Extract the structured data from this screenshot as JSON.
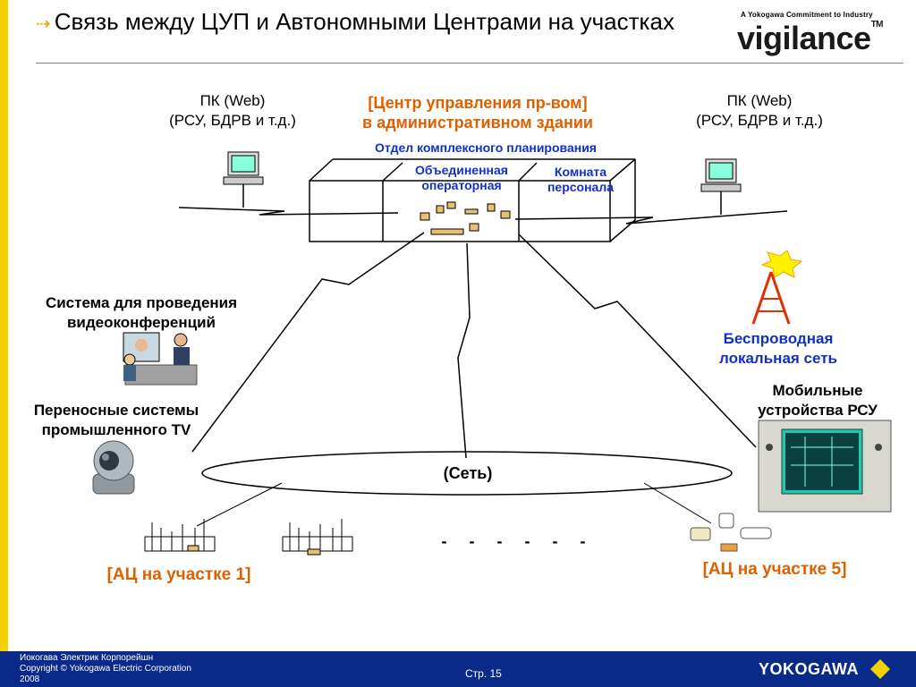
{
  "title": "Связь между ЦУП и Автономными Центрами на участках",
  "logo": {
    "tagline": "A Yokogawa Commitment to Industry",
    "brand": "vigilance",
    "tm": "TM"
  },
  "pc_left": {
    "line1": "ПК (Web)",
    "line2": "(РСУ, БДРВ и т.д.)"
  },
  "pc_right": {
    "line1": "ПК (Web)",
    "line2": "(РСУ, БДРВ и т.д.)"
  },
  "control_center": {
    "line1": "[Центр управления пр-вом]",
    "line2": "в административном здании"
  },
  "planning_dept": "Отдел комплексного планирования",
  "united_operator": {
    "line1": "Объединенная",
    "line2": "операторная"
  },
  "staff_room": {
    "line1": "Комната",
    "line2": "персонала"
  },
  "videoconf": {
    "line1": "Система для проведения",
    "line2": "видеоконференций"
  },
  "wireless_lan": {
    "line1": "Беспроводная",
    "line2": "локальная сеть"
  },
  "mobile": {
    "line1": "Мобильные",
    "line2": "устройства РСУ"
  },
  "portable_tv": {
    "line1": "Переносные системы",
    "line2": "промышленного TV"
  },
  "network": "(Сеть)",
  "dashes": "-     -     -     -     -     -",
  "site1": "[АЦ на участке 1]",
  "site5": "[АЦ на участке 5]",
  "footer": {
    "company_ru": "Иокогава Электрик Корпорейшн",
    "copyright": "Copyright © Yokogawa Electric Corporation",
    "year": "2008",
    "page": "Стр. 15",
    "brand": "YOKOGAWA"
  },
  "colors": {
    "accent": "#f5d000",
    "blue_text": "#1030c8",
    "orange_text": "#e06000",
    "footer_bg": "#0a2a8a"
  }
}
